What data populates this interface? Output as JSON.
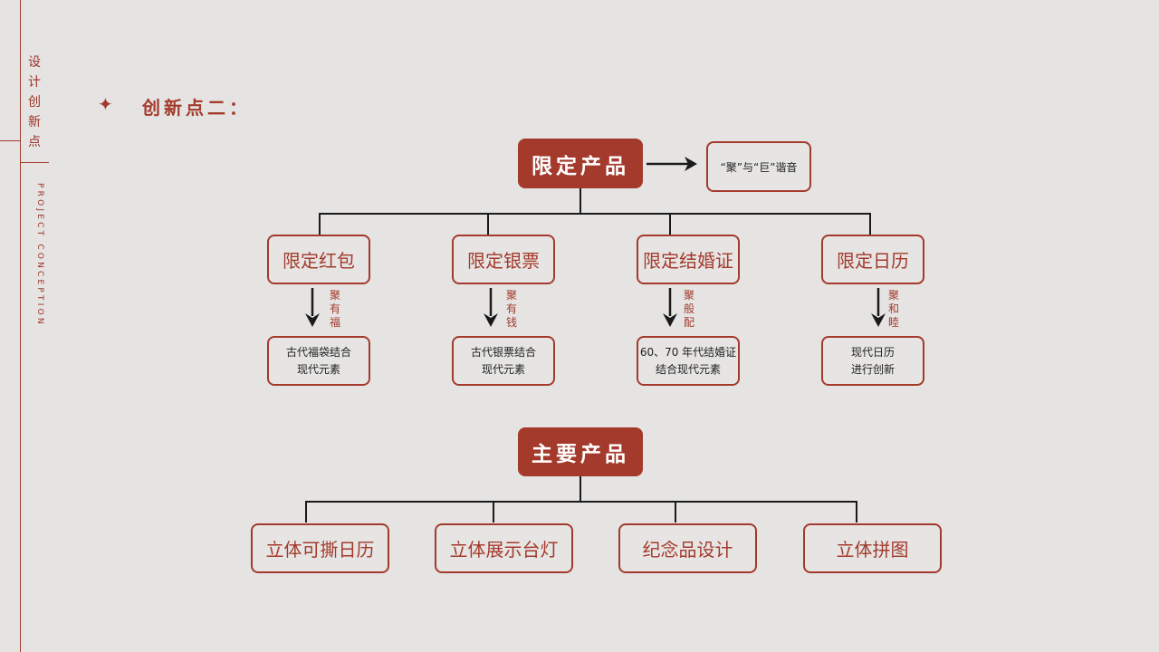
{
  "sidebar": {
    "cn_chars": [
      "设",
      "计",
      "创",
      "新",
      "点"
    ],
    "en": "PROJECT CONCEPTION"
  },
  "heading": {
    "icon": "sparkle-icon",
    "text": "创新点二："
  },
  "limited": {
    "title": "限定产品",
    "note": "“聚”与“巨”谐音",
    "items": [
      {
        "label": "限定红包",
        "pun": [
          "聚",
          "有",
          "福"
        ],
        "desc": [
          "古代福袋结合",
          "现代元素"
        ]
      },
      {
        "label": "限定银票",
        "pun": [
          "聚",
          "有",
          "钱"
        ],
        "desc": [
          "古代银票结合",
          "现代元素"
        ]
      },
      {
        "label": "限定结婚证",
        "pun": [
          "聚",
          "般",
          "配"
        ],
        "desc": [
          "60、70 年代结婚证",
          "结合现代元素"
        ]
      },
      {
        "label": "限定日历",
        "pun": [
          "聚",
          "和",
          "睦"
        ],
        "desc": [
          "现代日历",
          "进行创新"
        ]
      }
    ]
  },
  "main_products": {
    "title": "主要产品",
    "items": [
      "立体可撕日历",
      "立体展示台灯",
      "纪念品设计",
      "立体拼图"
    ]
  },
  "colors": {
    "accent": "#a43a2c",
    "background": "#e5e4e3",
    "text_dark": "#222222"
  }
}
